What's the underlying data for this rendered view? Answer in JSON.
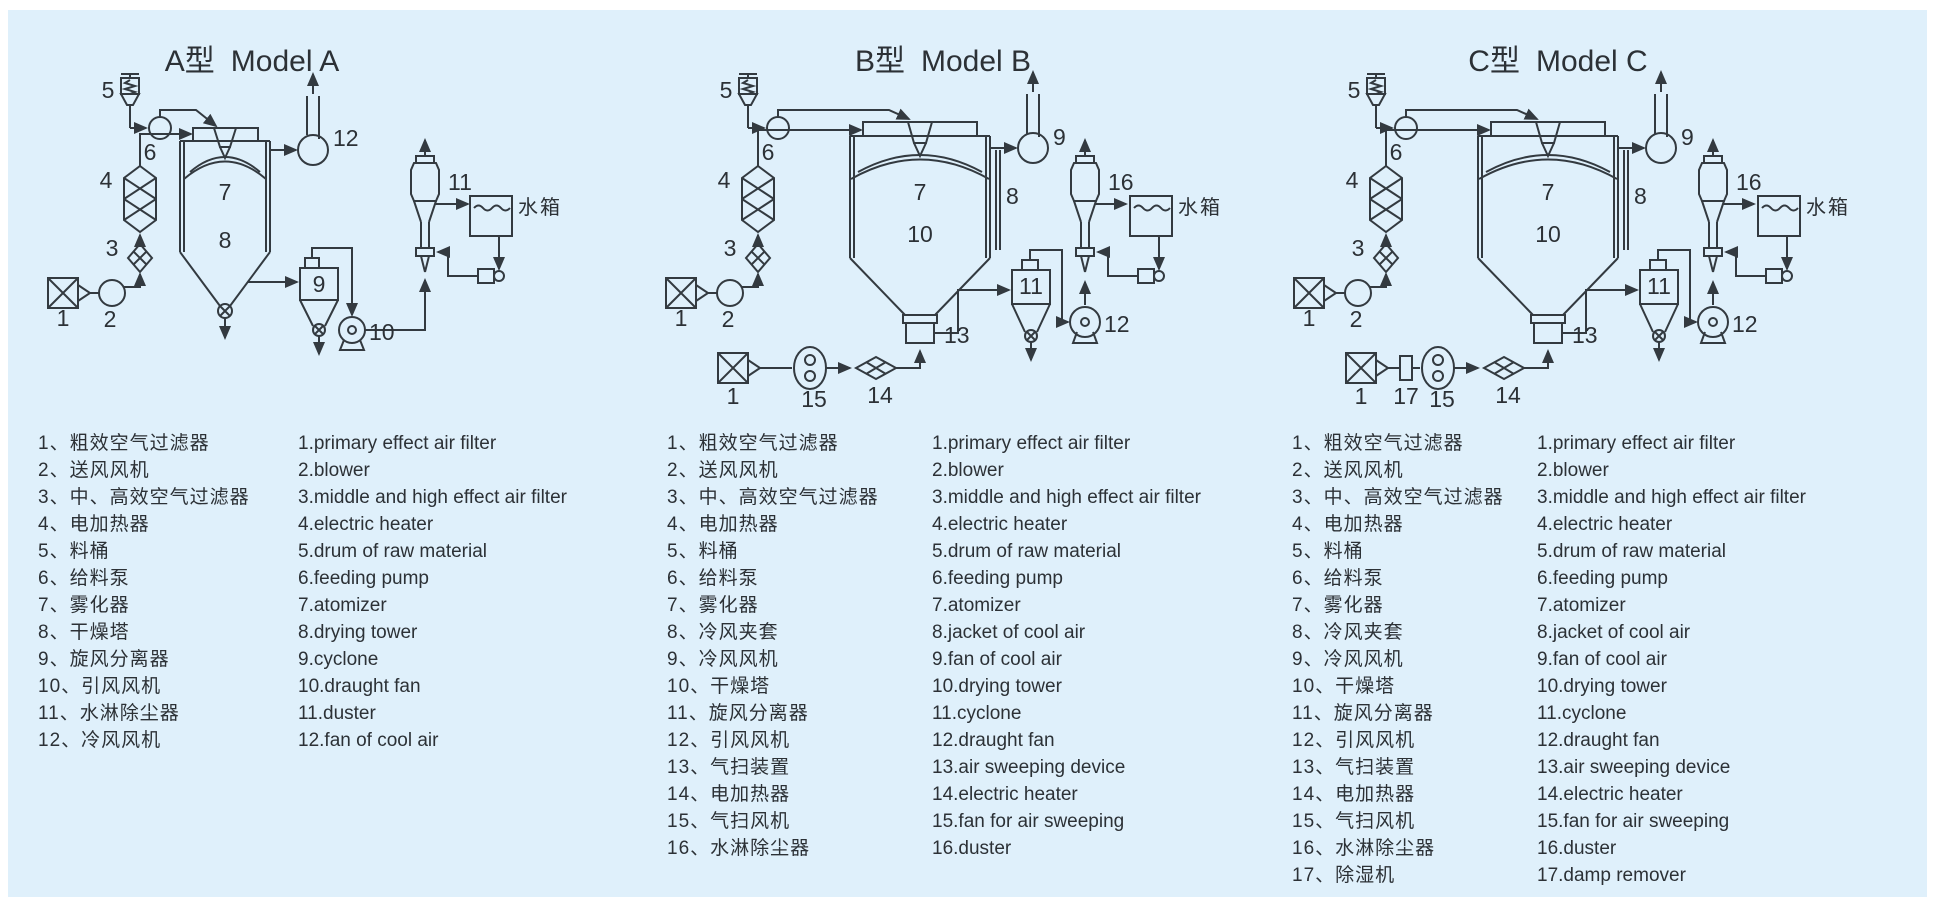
{
  "colors": {
    "background": "#dff0fb",
    "line": "#333a40",
    "text": "#2c3136"
  },
  "models": [
    {
      "id": "a",
      "title_cn": "A型",
      "title_en": "Model A",
      "legend": [
        {
          "cn": "1、粗效空气过滤器",
          "en": "1.primary effect air filter"
        },
        {
          "cn": "2、送风风机",
          "en": "2.blower"
        },
        {
          "cn": "3、中、高效空气过滤器",
          "en": "3.middle and high effect air filter"
        },
        {
          "cn": "4、电加热器",
          "en": "4.electric heater"
        },
        {
          "cn": "5、料桶",
          "en": "5.drum of raw material"
        },
        {
          "cn": "6、给料泵",
          "en": "6.feeding pump"
        },
        {
          "cn": "7、雾化器",
          "en": "7.atomizer"
        },
        {
          "cn": "8、干燥塔",
          "en": "8.drying tower"
        },
        {
          "cn": "9、旋风分离器",
          "en": "9.cyclone"
        },
        {
          "cn": "10、引风风机",
          "en": "10.draught fan"
        },
        {
          "cn": "11、水淋除尘器",
          "en": "11.duster"
        },
        {
          "cn": "12、冷风风机",
          "en": "12.fan of cool air"
        }
      ]
    },
    {
      "id": "b",
      "title_cn": "B型",
      "title_en": "Model B",
      "legend": [
        {
          "cn": "1、粗效空气过滤器",
          "en": "1.primary effect air filter"
        },
        {
          "cn": "2、送风风机",
          "en": "2.blower"
        },
        {
          "cn": "3、中、高效空气过滤器",
          "en": "3.middle and high effect air filter"
        },
        {
          "cn": "4、电加热器",
          "en": "4.electric heater"
        },
        {
          "cn": "5、料桶",
          "en": "5.drum of raw material"
        },
        {
          "cn": "6、给料泵",
          "en": "6.feeding pump"
        },
        {
          "cn": "7、雾化器",
          "en": "7.atomizer"
        },
        {
          "cn": "8、冷风夹套",
          "en": "8.jacket of cool air"
        },
        {
          "cn": "9、冷风风机",
          "en": "9.fan of cool air"
        },
        {
          "cn": "10、干燥塔",
          "en": "10.drying tower"
        },
        {
          "cn": "11、旋风分离器",
          "en": "11.cyclone"
        },
        {
          "cn": "12、引风风机",
          "en": "12.draught fan"
        },
        {
          "cn": "13、气扫装置",
          "en": "13.air sweeping device"
        },
        {
          "cn": "14、电加热器",
          "en": "14.electric heater"
        },
        {
          "cn": "15、气扫风机",
          "en": "15.fan for air sweeping"
        },
        {
          "cn": "16、水淋除尘器",
          "en": "16.duster"
        }
      ]
    },
    {
      "id": "c",
      "title_cn": "C型",
      "title_en": "Model C",
      "legend": [
        {
          "cn": "1、粗效空气过滤器",
          "en": "1.primary effect air filter"
        },
        {
          "cn": "2、送风风机",
          "en": "2.blower"
        },
        {
          "cn": "3、中、高效空气过滤器",
          "en": "3.middle and high effect air filter"
        },
        {
          "cn": "4、电加热器",
          "en": "4.electric heater"
        },
        {
          "cn": "5、料桶",
          "en": "5.drum of raw material"
        },
        {
          "cn": "6、给料泵",
          "en": "6.feeding pump"
        },
        {
          "cn": "7、雾化器",
          "en": "7.atomizer"
        },
        {
          "cn": "8、冷风夹套",
          "en": "8.jacket of cool air"
        },
        {
          "cn": "9、冷风风机",
          "en": "9.fan of cool air"
        },
        {
          "cn": "10、干燥塔",
          "en": "10.drying tower"
        },
        {
          "cn": "11、旋风分离器",
          "en": "11.cyclone"
        },
        {
          "cn": "12、引风风机",
          "en": "12.draught fan"
        },
        {
          "cn": "13、气扫装置",
          "en": "13.air sweeping device"
        },
        {
          "cn": "14、电加热器",
          "en": "14.electric heater"
        },
        {
          "cn": "15、气扫风机",
          "en": "15.fan for air sweeping"
        },
        {
          "cn": "16、水淋除尘器",
          "en": "16.duster"
        },
        {
          "cn": "17、除湿机",
          "en": "17.damp remover"
        }
      ]
    }
  ],
  "diagram_labels": {
    "n1": "1",
    "n2": "2",
    "n3": "3",
    "n4": "4",
    "n5": "5",
    "n6": "6",
    "n7": "7",
    "n8": "8",
    "n9": "9",
    "n10": "10",
    "n11": "11",
    "n12": "12",
    "n13": "13",
    "n14": "14",
    "n15": "15",
    "n16": "16",
    "n17": "17",
    "tank": "水箱"
  }
}
